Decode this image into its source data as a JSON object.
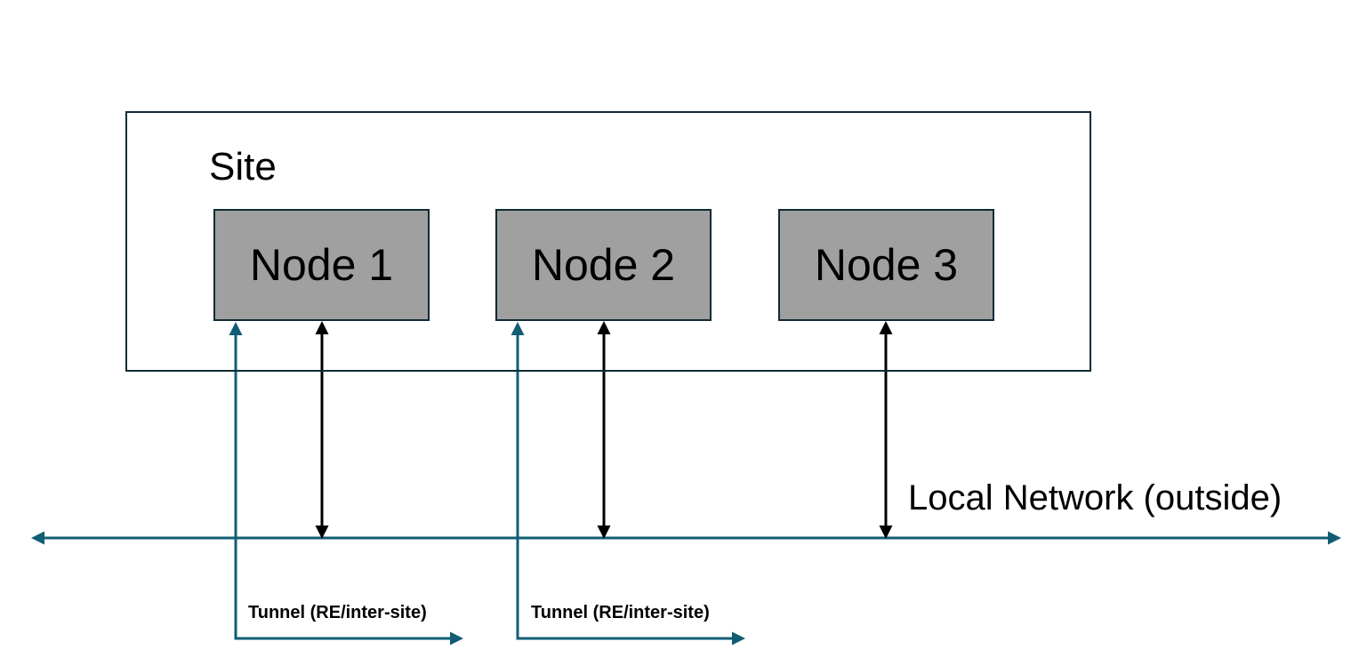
{
  "site": {
    "label": "Site"
  },
  "nodes": [
    {
      "label": "Node 1"
    },
    {
      "label": "Node 2"
    },
    {
      "label": "Node 3"
    }
  ],
  "network": {
    "label": "Local Network (outside)"
  },
  "tunnels": [
    {
      "label": "Tunnel (RE/inter-site)"
    },
    {
      "label": "Tunnel (RE/inter-site)"
    }
  ],
  "colors": {
    "network_line": "#115e74",
    "node_link": "#000000",
    "node_fill": "#a0a0a0",
    "box_border": "#0f2a35"
  }
}
